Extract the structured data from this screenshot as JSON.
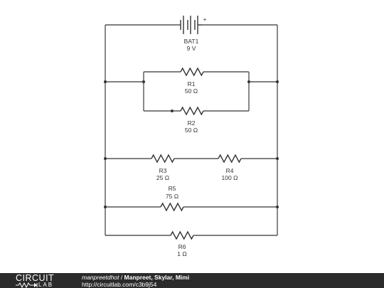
{
  "components": {
    "bat1": {
      "name": "BAT1",
      "value": "9 V"
    },
    "r1": {
      "name": "R1",
      "value": "50 Ω"
    },
    "r2": {
      "name": "R2",
      "value": "50 Ω"
    },
    "r3": {
      "name": "R3",
      "value": "25 Ω"
    },
    "r4": {
      "name": "R4",
      "value": "100 Ω"
    },
    "r5": {
      "name": "R5",
      "value": "75 Ω"
    },
    "r6": {
      "name": "R6",
      "value": "1 Ω"
    },
    "battery_plus": "+"
  },
  "footer": {
    "logo_top": "CIRCUIT",
    "logo_bottom": "LAB",
    "username": "manpreetdhot",
    "separator": " / ",
    "title": "Manpreet, Skylar, Mimi",
    "url": "http://circuitlab.com/c3b9j54"
  }
}
